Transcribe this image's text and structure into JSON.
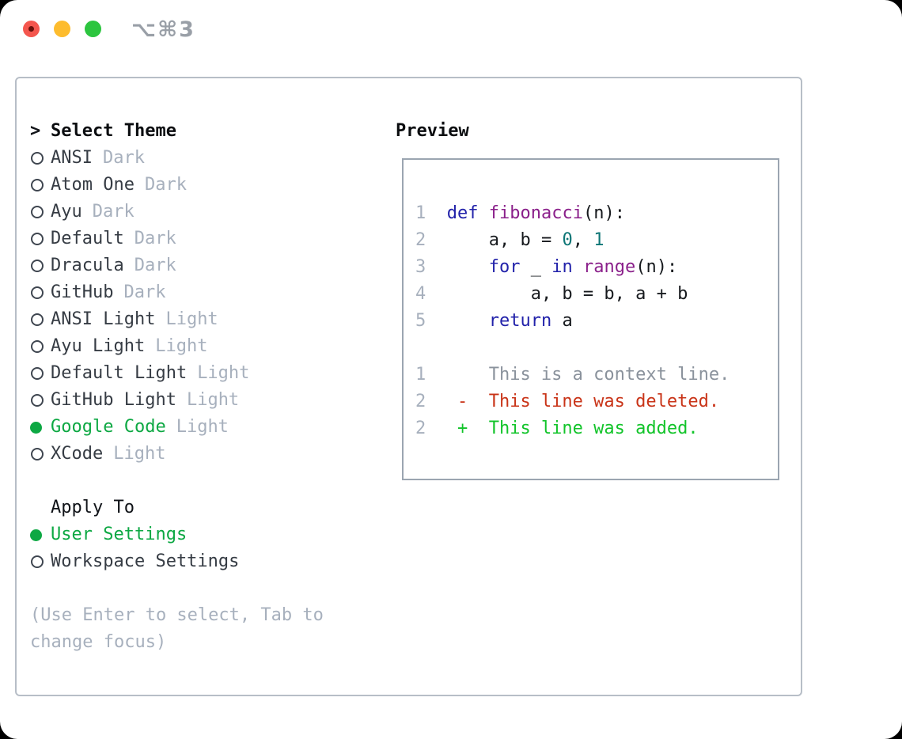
{
  "titlebar": {
    "shortcut": "⌥⌘3"
  },
  "theme_panel": {
    "title": "Select Theme",
    "title_marker": ">",
    "themes": [
      {
        "name": "ANSI",
        "tag": "Dark",
        "selected": false
      },
      {
        "name": "Atom One",
        "tag": "Dark",
        "selected": false
      },
      {
        "name": "Ayu",
        "tag": "Dark",
        "selected": false
      },
      {
        "name": "Default",
        "tag": "Dark",
        "selected": false
      },
      {
        "name": "Dracula",
        "tag": "Dark",
        "selected": false
      },
      {
        "name": "GitHub",
        "tag": "Dark",
        "selected": false
      },
      {
        "name": "ANSI Light",
        "tag": "Light",
        "selected": false
      },
      {
        "name": "Ayu Light",
        "tag": "Light",
        "selected": false
      },
      {
        "name": "Default Light",
        "tag": "Light",
        "selected": false
      },
      {
        "name": "GitHub Light",
        "tag": "Light",
        "selected": false
      },
      {
        "name": "Google Code",
        "tag": "Light",
        "selected": true
      },
      {
        "name": "XCode",
        "tag": "Light",
        "selected": false
      }
    ],
    "apply_to": {
      "title": "Apply To",
      "options": [
        {
          "name": "User Settings",
          "selected": true
        },
        {
          "name": "Workspace Settings",
          "selected": false
        }
      ]
    },
    "hint_lines": [
      "(Use Enter to select, Tab to",
      "change focus)"
    ]
  },
  "preview": {
    "title": "Preview",
    "code_lines": [
      {
        "num": "1",
        "segments": [
          {
            "text": "def",
            "type": "keyword"
          },
          {
            "text": " ",
            "type": "plain"
          },
          {
            "text": "fibonacci",
            "type": "function"
          },
          {
            "text": "(n):",
            "type": "plain"
          }
        ]
      },
      {
        "num": "2",
        "segments": [
          {
            "text": "    a, b = ",
            "type": "plain"
          },
          {
            "text": "0",
            "type": "number"
          },
          {
            "text": ", ",
            "type": "plain"
          },
          {
            "text": "1",
            "type": "number"
          }
        ]
      },
      {
        "num": "3",
        "segments": [
          {
            "text": "    ",
            "type": "plain"
          },
          {
            "text": "for",
            "type": "keyword"
          },
          {
            "text": " _ ",
            "type": "plain"
          },
          {
            "text": "in",
            "type": "keyword"
          },
          {
            "text": " ",
            "type": "plain"
          },
          {
            "text": "range",
            "type": "function"
          },
          {
            "text": "(n):",
            "type": "plain"
          }
        ]
      },
      {
        "num": "4",
        "segments": [
          {
            "text": "        a, b = b, a + b",
            "type": "plain"
          }
        ]
      },
      {
        "num": "5",
        "segments": [
          {
            "text": "    ",
            "type": "plain"
          },
          {
            "text": "return",
            "type": "keyword"
          },
          {
            "text": " a",
            "type": "plain"
          }
        ]
      }
    ],
    "diff_lines": [
      {
        "num": "1",
        "marker": "",
        "text": "This is a context line.",
        "type": "context"
      },
      {
        "num": "2",
        "marker": "-",
        "text": "This line was deleted.",
        "type": "deleted"
      },
      {
        "num": "2",
        "marker": "+",
        "text": "This line was added.",
        "type": "added"
      }
    ]
  },
  "colors": {
    "ui_green": "#0da843",
    "added_green": "#12c42a",
    "deleted_red": "#c93418",
    "syntax_keyword": "#2222aa",
    "syntax_function": "#8a1f8a",
    "syntax_literal": "#0e7676",
    "muted_gray": "#a7b0bd",
    "traffic_red": "#f4564e",
    "traffic_yellow": "#fdbc2e",
    "traffic_green": "#2cc53f"
  }
}
